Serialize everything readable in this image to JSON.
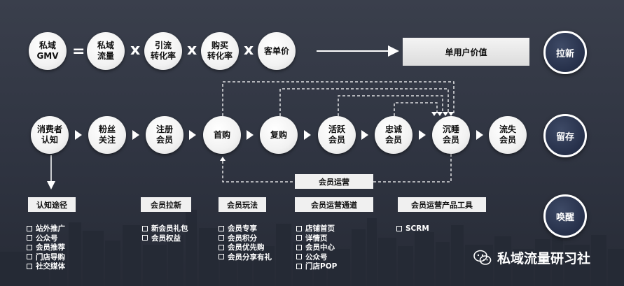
{
  "row1": {
    "gmv": "私域\nGMV",
    "traffic": "私域\n流量",
    "conversion": "引流\n转化率",
    "purchase_conversion": "购买\n转化率",
    "aov": "客单价",
    "equals": "=",
    "times": "x",
    "value_box": "单用户价值",
    "stage": "拉新"
  },
  "row2": {
    "nodes": [
      "消费者\n认知",
      "粉丝\n关注",
      "注册\n会员",
      "首购",
      "复购",
      "活跃\n会员",
      "忠诚\n会员",
      "沉睡\n会员",
      "流失\n会员"
    ],
    "stage": "留存"
  },
  "ops_label": "会员运营",
  "stage3": "唤醒",
  "categories": [
    {
      "title": "认知途径",
      "items": [
        "站外推广",
        "公众号",
        "会员推荐",
        "门店导购",
        "社交媒体"
      ]
    },
    {
      "title": "会员拉新",
      "items": [
        "新会员礼包",
        "会员权益"
      ]
    },
    {
      "title": "会员玩法",
      "items": [
        "会员专享",
        "会员积分",
        "会员优先购",
        "会员分享有礼"
      ]
    },
    {
      "title": "会员运营通道",
      "items": [
        "店铺首页",
        "详情页",
        "会员中心",
        "公众号",
        "门店POP"
      ]
    },
    {
      "title": "会员运营产品工具",
      "items": [
        "SCRM"
      ]
    }
  ],
  "brand": "私域流量研习社",
  "colors": {
    "background": "#2f3441",
    "circle": "#f2f2f2",
    "stage_circle": "#26304a",
    "box": "#f0f0f0",
    "text_light": "#ffffff"
  }
}
